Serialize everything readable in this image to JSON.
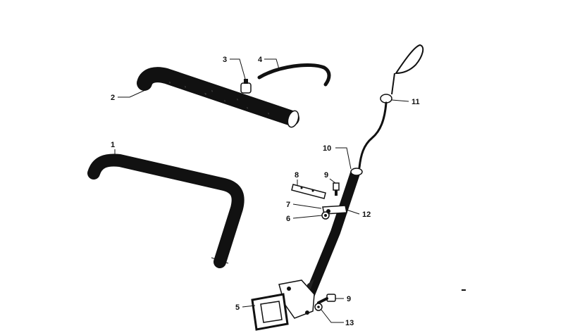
{
  "labels": {
    "p1": "1",
    "p2": "2",
    "p3": "3",
    "p4": "4",
    "p5": "5",
    "p6": "6",
    "p7": "7",
    "p8": "8",
    "p9a": "9",
    "p9b": "9",
    "p10": "10",
    "p11": "11",
    "p12": "12",
    "p13": "13"
  },
  "colors": {
    "line": "#111111",
    "background": "#ffffff",
    "shade": "#555555"
  }
}
